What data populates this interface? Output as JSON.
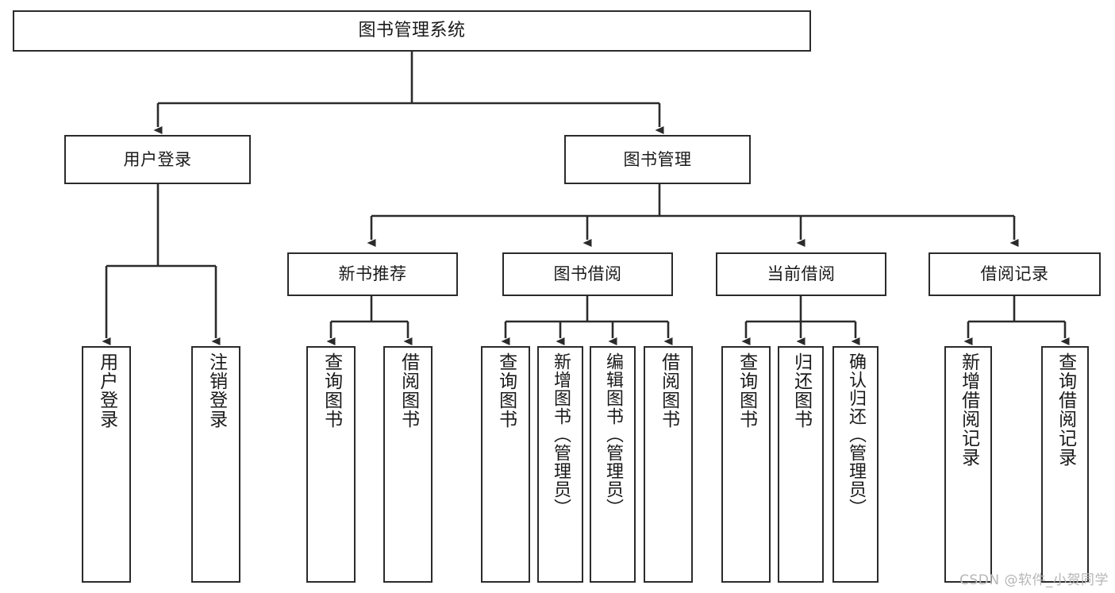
{
  "diagram": {
    "title": "图书管理系统",
    "type": "tree",
    "watermark": "CSDN @软件_小贺同学",
    "colors": {
      "box_border": "#2b2b2b",
      "box_fill": "#ffffff",
      "line": "#2b2b2b",
      "text": "#1a1a1a",
      "watermark": "#b6b6b6",
      "background": "#ffffff"
    },
    "root": {
      "label": "图书管理系统"
    },
    "level1": [
      {
        "label": "用户登录"
      },
      {
        "label": "图书管理"
      }
    ],
    "level2": [
      {
        "label": "新书推荐"
      },
      {
        "label": "图书借阅"
      },
      {
        "label": "当前借阅"
      },
      {
        "label": "借阅记录"
      }
    ],
    "leaves": {
      "user_login": [
        {
          "label": "用户登录"
        },
        {
          "label": "注销登录"
        }
      ],
      "new_book_recommend": [
        {
          "label": "查询图书"
        },
        {
          "label": "借阅图书"
        }
      ],
      "book_borrow": [
        {
          "label": "查询图书"
        },
        {
          "label": "新增图书（管理员）"
        },
        {
          "label": "编辑图书（管理员）"
        },
        {
          "label": "借阅图书"
        }
      ],
      "current_borrow": [
        {
          "label": "查询图书"
        },
        {
          "label": "归还图书"
        },
        {
          "label": "确认归还（管理员）"
        }
      ],
      "borrow_record": [
        {
          "label": "新增借阅记录"
        },
        {
          "label": "查询借阅记录"
        }
      ]
    }
  }
}
